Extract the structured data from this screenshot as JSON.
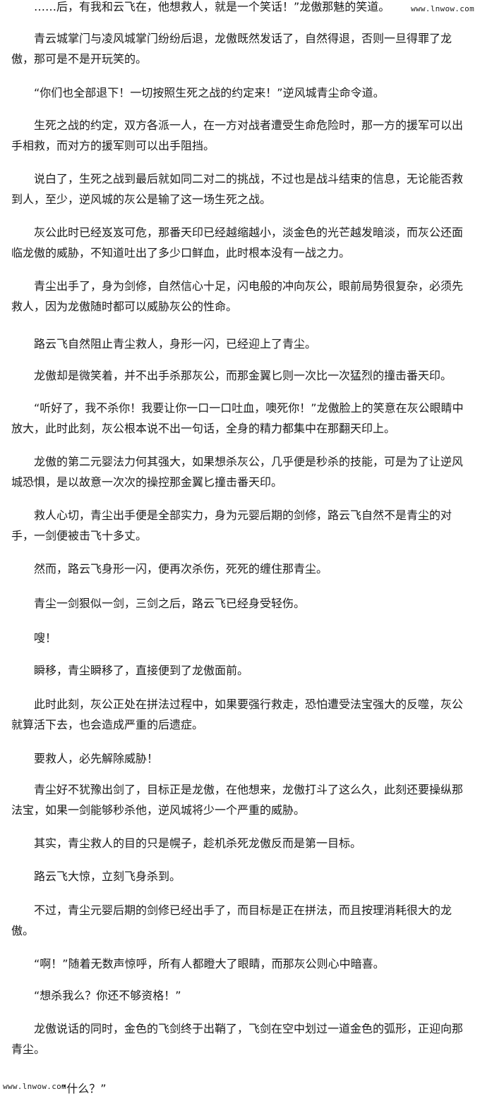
{
  "watermark_top": "www.lnwow.com",
  "watermark_bottom": "www.lnwow.com",
  "paragraphs": [
    "……后，有我和云飞在，他想救人，就是一个笑话！”龙傲那魅的笑道。",
    "青云城掌门与凌风城掌门纷纷后退，龙傲既然发话了，自然得退，否则一旦得罪了龙傲，那可是不是开玩笑的。",
    "“你们也全部退下！一切按照生死之战的约定来！”逆风城青尘命令道。",
    "生死之战的约定，双方各派一人，在一方对战者遭受生命危险时，那一方的援军可以出手相救，而对方的援军则可以出手阻挡。",
    "说白了，生死之战到最后就如同二对二的挑战，不过也是战斗结束的信息，无论能否救到人，至少，逆风城的灰公是输了这一场生死之战。",
    "灰公此时已经岌岌可危，那番天印已经越缩越小，淡金色的光芒越发暗淡，而灰公还面临龙傲的威胁，不知道吐出了多少口鲜血，此时根本没有一战之力。",
    "青尘出手了，身为剑修，自然信心十足，闪电般的冲向灰公，眼前局势很复杂，必须先救人，因为龙傲随时都可以威胁灰公的性命。",
    "路云飞自然阻止青尘救人，身形一闪，已经迎上了青尘。",
    "龙傲却是微笑着，并不出手杀那灰公，而那金翼匕则一次比一次猛烈的撞击番天印。",
    "“听好了，我不杀你！我要让你一口一口吐血，噢死你！”龙傲脸上的笑意在灰公眼睛中放大，此时此刻，灰公根本说不出一句话，全身的精力都集中在那翻天印上。",
    "龙傲的第二元婴法力何其强大，如果想杀灰公，几乎便是秒杀的技能，可是为了让逆风城恐惧，是以故意一次次的操控那金翼匕撞击番天印。",
    "救人心切，青尘出手便是全部实力，身为元婴后期的剑修，路云飞自然不是青尘的对手，一剑便被击飞十多丈。",
    "然而，路云飞身形一闪，便再次杀伤，死死的缠住那青尘。",
    "青尘一剑狠似一剑，三剑之后，路云飞已经身受轻伤。",
    "嗖！",
    "瞬移，青尘瞬移了，直接便到了龙傲面前。",
    "此时此刻，灰公正处在拼法过程中，如果要强行救走，恐怕遭受法宝强大的反噬，灰公就算活下去，也会造成严重的后遗症。",
    "要救人，必先解除威胁！",
    "青尘好不犹豫出剑了，目标正是龙傲，在他想来，龙傲打斗了这么久，此刻还要操纵那法宝，如果一剑能够秒杀他，逆风城将少一个严重的威胁。",
    "其实，青尘救人的目的只是幌子，趁机杀死龙傲反而是第一目标。",
    "路云飞大惊，立刻飞身杀到。",
    "不过，青尘元婴后期的剑修已经出手了，而目标是正在拼法，而且按理消耗很大的龙傲。",
    "“啊！”随着无数声惊呼，所有人都瞪大了眼睛，而那灰公则心中暗喜。",
    "“想杀我么？你还不够资格！”",
    "龙傲说话的同时，金色的飞剑终于出鞘了，飞剑在空中划过一道金色的弧形，正迎向那青尘。"
  ],
  "bottom_fragment": "“什么？”"
}
